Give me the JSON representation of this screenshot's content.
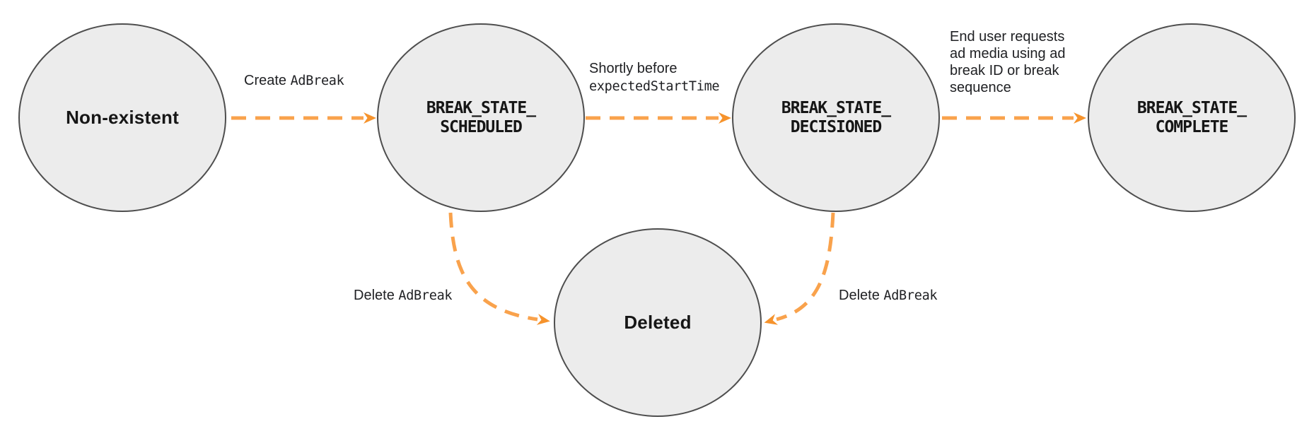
{
  "colors": {
    "arrow": "#F9A24C",
    "arrowhead": "#F6932C",
    "circle_fill": "#ECECEC",
    "circle_stroke": "#4E4E4E",
    "text": "#161616",
    "label_text": "#202124"
  },
  "states": [
    {
      "name": "non-existent",
      "label": "Non-existent"
    },
    {
      "name": "break-state-scheduled",
      "line1": "BREAK_STATE_",
      "line2": "SCHEDULED"
    },
    {
      "name": "break-state-decisioned",
      "line1": "BREAK_STATE_",
      "line2": "DECISIONED"
    },
    {
      "name": "break-state-complete",
      "line1": "BREAK_STATE_",
      "line2": "COMPLETE"
    },
    {
      "name": "deleted",
      "label": "Deleted"
    }
  ],
  "transitions": [
    {
      "from": "non-existent",
      "to": "break-state-scheduled",
      "label_text": "Create ",
      "label_code": "AdBreak"
    },
    {
      "from": "break-state-scheduled",
      "to": "break-state-decisioned",
      "label_text": "Shortly before",
      "label_code": "expectedStartTime"
    },
    {
      "from": "break-state-decisioned",
      "to": "break-state-complete",
      "label_lines": [
        "End user requests",
        "ad media using ad",
        "break ID or break",
        "sequence"
      ]
    },
    {
      "from": "break-state-scheduled",
      "to": "deleted",
      "label_text": "Delete ",
      "label_code": "AdBreak"
    },
    {
      "from": "break-state-decisioned",
      "to": "deleted",
      "label_text": "Delete ",
      "label_code": "AdBreak"
    }
  ]
}
